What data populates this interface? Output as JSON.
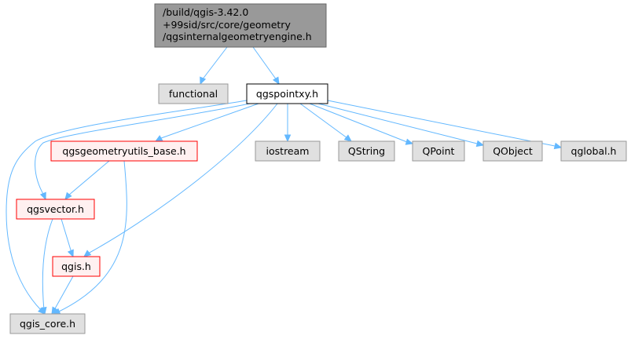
{
  "diagram": {
    "type": "include-dependency-graph",
    "nodes": {
      "root": {
        "lines": [
          "/build/qgis-3.42.0",
          "+99sid/src/core/geometry",
          "/qgsinternalgeometryengine.h"
        ],
        "fill": "#999999",
        "stroke": "#666666"
      },
      "functional": {
        "label": "functional",
        "fill": "#e0e0e0",
        "stroke": "#999999"
      },
      "qgspointxy": {
        "label": "qgspointxy.h",
        "fill": "#ffffff",
        "stroke": "#000000"
      },
      "qgsgeometryutils_base": {
        "label": "qgsgeometryutils_base.h",
        "fill": "#fff0f0",
        "stroke": "#ff0000"
      },
      "iostream": {
        "label": "iostream",
        "fill": "#e0e0e0",
        "stroke": "#999999"
      },
      "qstring": {
        "label": "QString",
        "fill": "#e0e0e0",
        "stroke": "#999999"
      },
      "qpoint": {
        "label": "QPoint",
        "fill": "#e0e0e0",
        "stroke": "#999999"
      },
      "qobject": {
        "label": "QObject",
        "fill": "#e0e0e0",
        "stroke": "#999999"
      },
      "qglobal": {
        "label": "qglobal.h",
        "fill": "#e0e0e0",
        "stroke": "#999999"
      },
      "qgsvector": {
        "label": "qgsvector.h",
        "fill": "#fff0f0",
        "stroke": "#ff0000"
      },
      "qgis": {
        "label": "qgis.h",
        "fill": "#fff0f0",
        "stroke": "#ff0000"
      },
      "qgis_core": {
        "label": "qgis_core.h",
        "fill": "#e0e0e0",
        "stroke": "#999999"
      }
    },
    "edges": [
      {
        "from": "root",
        "to": "functional"
      },
      {
        "from": "root",
        "to": "qgspointxy"
      },
      {
        "from": "qgspointxy",
        "to": "qgis_core"
      },
      {
        "from": "qgspointxy",
        "to": "qgsgeometryutils_base"
      },
      {
        "from": "qgspointxy",
        "to": "qgsvector"
      },
      {
        "from": "qgspointxy",
        "to": "qgis"
      },
      {
        "from": "qgspointxy",
        "to": "iostream"
      },
      {
        "from": "qgspointxy",
        "to": "qstring"
      },
      {
        "from": "qgspointxy",
        "to": "qpoint"
      },
      {
        "from": "qgspointxy",
        "to": "qobject"
      },
      {
        "from": "qgspointxy",
        "to": "qglobal"
      },
      {
        "from": "qgsgeometryutils_base",
        "to": "qgsvector"
      },
      {
        "from": "qgsgeometryutils_base",
        "to": "qgis_core"
      },
      {
        "from": "qgsvector",
        "to": "qgis"
      },
      {
        "from": "qgsvector",
        "to": "qgis_core"
      },
      {
        "from": "qgis",
        "to": "qgis_core"
      }
    ],
    "edge_color": "#63b8ff"
  }
}
